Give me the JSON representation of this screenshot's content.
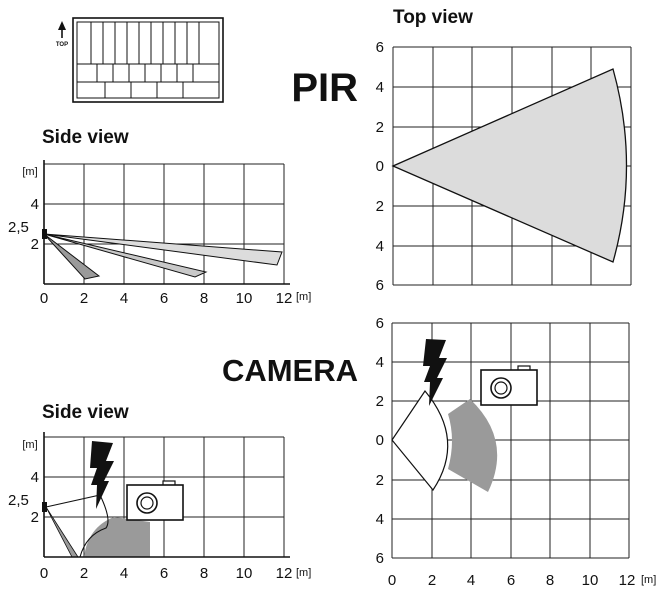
{
  "headings": {
    "pir": "PIR",
    "camera": "CAMERA",
    "top_view": "Top view",
    "side_view_pir": "Side view",
    "side_view_camera": "Side view"
  },
  "device_icon": {
    "top_label": "TOP"
  },
  "axes": {
    "unit": "[m]",
    "side_x_ticks": [
      "0",
      "2",
      "4",
      "6",
      "8",
      "10",
      "12"
    ],
    "side_y_ticks": [
      "4",
      "2"
    ],
    "mount_height": "2,5",
    "top_y_ticks": [
      "6",
      "4",
      "2",
      "0",
      "2",
      "4",
      "6"
    ],
    "top_x_ticks": [
      "0",
      "2",
      "4",
      "6",
      "8",
      "10",
      "12"
    ]
  },
  "colors": {
    "fill_light": "#dcdcdc",
    "fill_dark": "#9a9a9a",
    "line": "#111111"
  }
}
